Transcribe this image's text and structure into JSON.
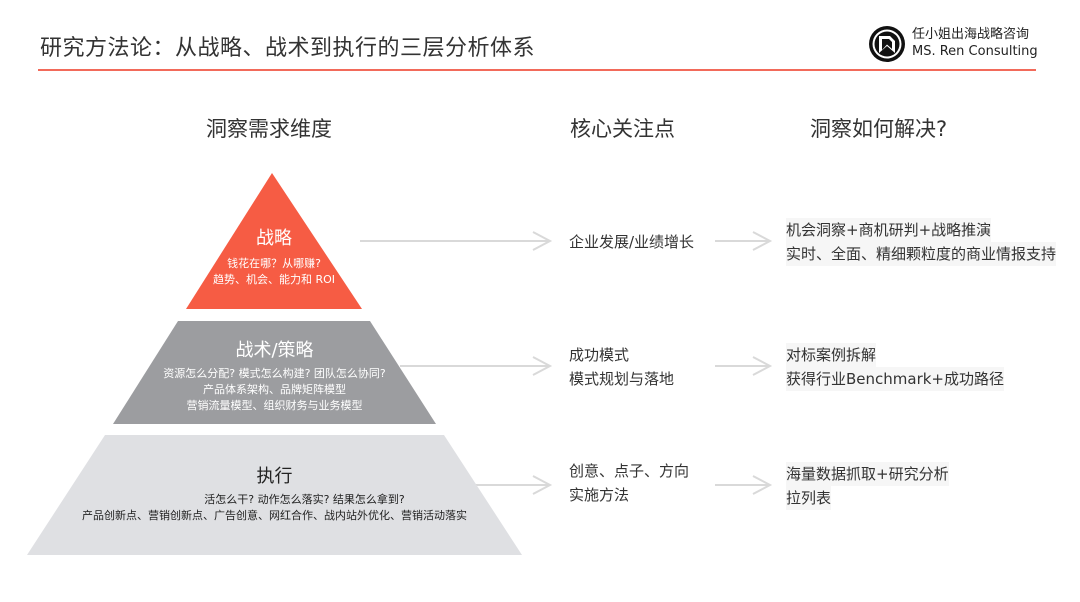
{
  "header": {
    "title": "研究方法论：从战略、战术到执行的三层分析体系",
    "brand_cn": "任小姐出海战略咨询",
    "brand_en": "MS. Ren Consulting",
    "logo_icon": "house-arrow-circle-icon"
  },
  "colors": {
    "accent": "#F15A45",
    "tier_top": "#F65C44",
    "tier_middle": "#9C9DA0",
    "tier_bottom": "#DFE0E3",
    "arrow": "#D9D9D9",
    "rule": "#F26A5A"
  },
  "columns": {
    "dimension": "洞察需求维度",
    "focus": "核心关注点",
    "solution": "洞察如何解决?"
  },
  "tiers": [
    {
      "title": "战略",
      "subtitle": [
        "钱花在哪？从哪赚?",
        "趋势、机会、能力和 ROI"
      ],
      "focus": [
        "企业发展/业绩增长"
      ],
      "solution": [
        "机会洞察+商机研判+战略推演",
        "实时、全面、精细颗粒度的商业情报支持"
      ]
    },
    {
      "title": "战术/策略",
      "subtitle": [
        "资源怎么分配? 模式怎么构建? 团队怎么协同?",
        "产品体系架构、品牌矩阵模型",
        "营销流量模型、组织财务与业务模型"
      ],
      "focus": [
        "成功模式",
        "模式规划与落地"
      ],
      "solution": [
        "对标案例拆解",
        "获得行业Benchmark+成功路径"
      ]
    },
    {
      "title": "执行",
      "subtitle": [
        "活怎么干? 动作怎么落实? 结果怎么拿到?",
        "产品创新点、营销创新点、广告创意、网红合作、战内站外优化、营销活动落实"
      ],
      "focus": [
        "创意、点子、方向",
        "实施方法"
      ],
      "solution": [
        "海量数据抓取+研究分析",
        "拉列表"
      ]
    }
  ]
}
